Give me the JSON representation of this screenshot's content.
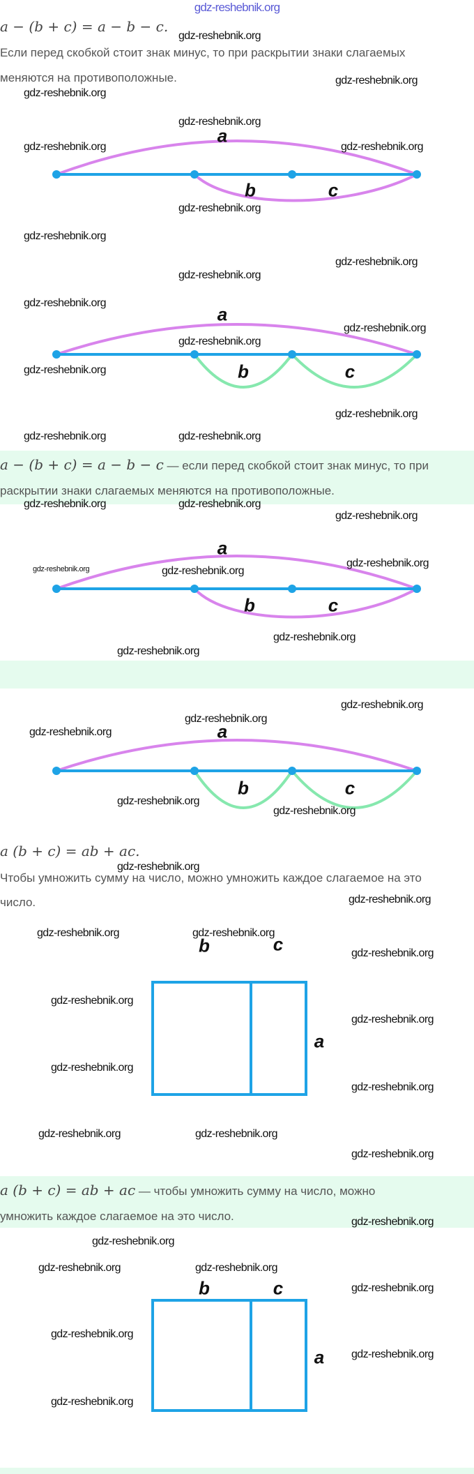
{
  "watermark": "gdz-reshebnik.org",
  "section1": {
    "formula": "a − (b + c) = a − b − c.",
    "text_line1": "Если перед скобкой стоит знак минус, то при раскрытии знаки слагаемых",
    "text_line2": "меняются на противоположные."
  },
  "highlight1": {
    "formula": "a − (b + c) = a − b − c",
    "text_line1": " — если перед скобкой стоит знак минус, то при",
    "text_line2": "раскрытии знаки слагаемых меняются на противоположные."
  },
  "section2": {
    "formula": "a (b + c) = ab + ac.",
    "text_line1": "Чтобы умножить сумму на число, можно умножить каждое слагаемое на это",
    "text_line2": "число."
  },
  "highlight2": {
    "formula": "a (b + c) = ab + ac",
    "text_line1": " — чтобы умножить сумму на число, можно",
    "text_line2": "умножить каждое слагаемое на это число."
  },
  "labels": {
    "a": "a",
    "b": "b",
    "c": "c"
  },
  "colors": {
    "segment": "#1ea3e6",
    "arc_purple": "#d884ec",
    "arc_green": "#86e8ae",
    "highlight_bg": "#e5fbee"
  }
}
